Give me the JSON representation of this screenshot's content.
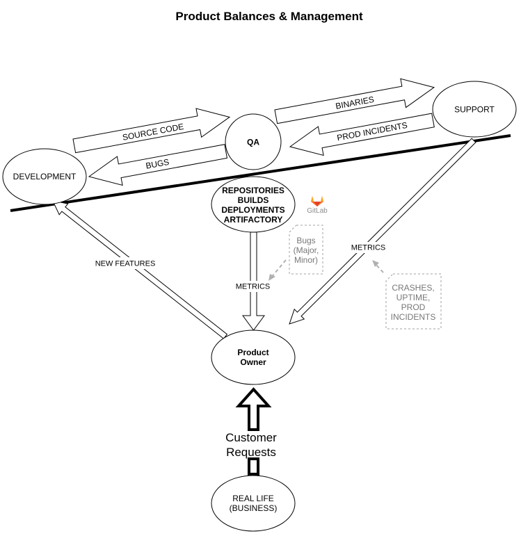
{
  "title": "Product Balances & Management",
  "nodes": {
    "development": "DEVELOPMENT",
    "qa": "QA",
    "support": "SUPPORT",
    "repositories": [
      "REPOSITORIES",
      "BUILDS",
      "DEPLOYMENTS",
      "ARTIFACTORY"
    ],
    "product_owner": [
      "Product",
      "Owner"
    ],
    "real_life": [
      "REAL LIFE",
      "(BUSINESS)"
    ]
  },
  "flows": {
    "source_code": "SOURCE CODE",
    "bugs": "BUGS",
    "binaries": "BINARIES",
    "prod_incidents": "PROD INCIDENTS",
    "new_features": "NEW FEATURES",
    "metrics_center": "METRICS",
    "metrics_right": "METRICS",
    "customer_requests": [
      "Customer",
      "Requests"
    ]
  },
  "notes": {
    "bugs_note": [
      "Bugs",
      "(Major,",
      "Minor)"
    ],
    "crashes_note": [
      "CRASHES,",
      "UPTIME,",
      "PROD",
      "INCIDENTS"
    ]
  },
  "logo": {
    "name": "gitlab-icon",
    "text": "GitLab",
    "colors": [
      "#e24329",
      "#fc6d26",
      "#fca326"
    ]
  }
}
